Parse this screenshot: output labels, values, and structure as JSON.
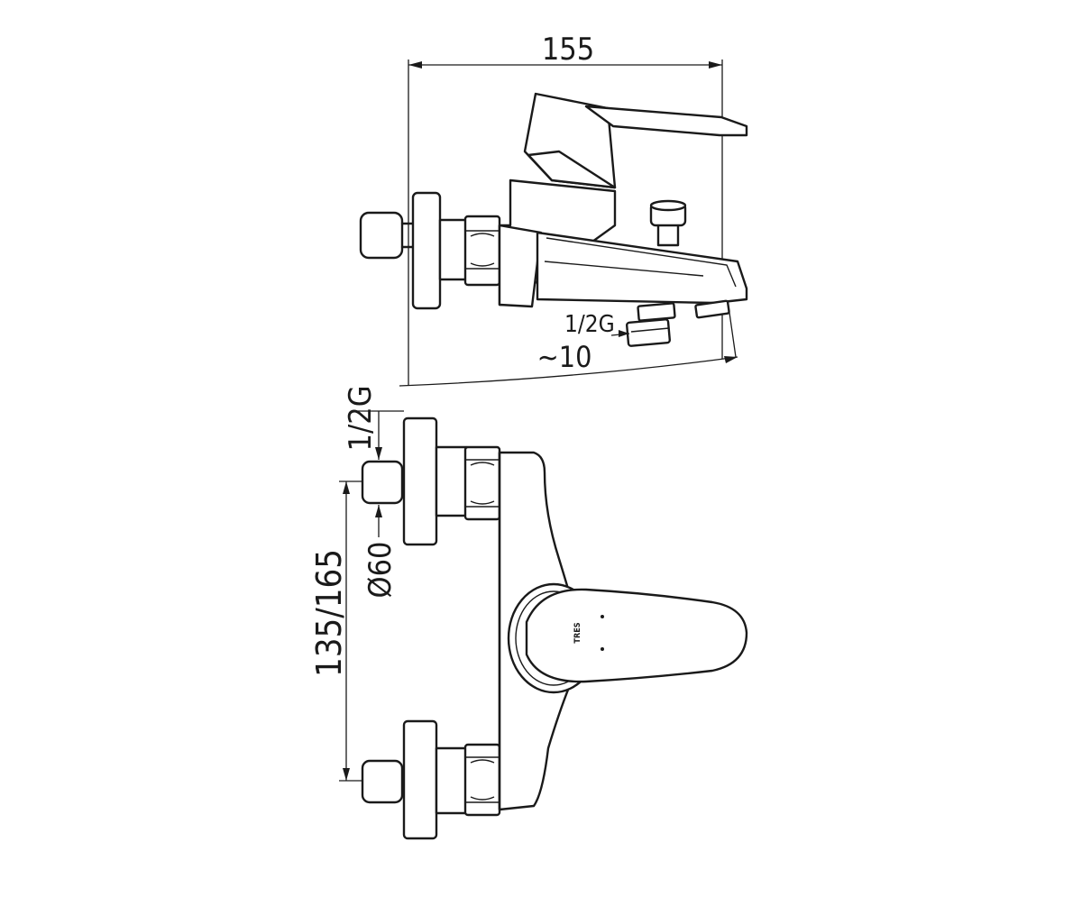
{
  "dimensions": {
    "overall_length": "155",
    "thread_side": "1/2G",
    "offset_approx": "~10",
    "thread_front": "1/2G",
    "rosette_diameter": "Ø60",
    "inlet_spacing": "135/165"
  },
  "brand_mark": "TRES"
}
